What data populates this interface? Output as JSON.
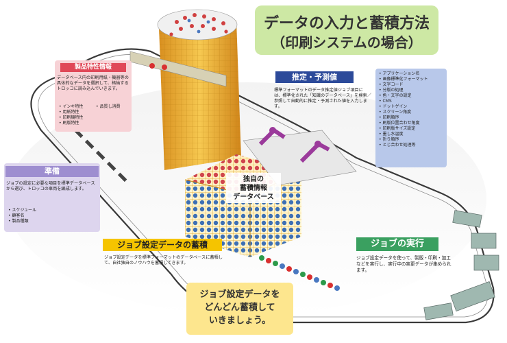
{
  "title": {
    "line1": "データの入力と蓄積方法",
    "line2": "（印刷システムの場合）"
  },
  "product_info": {
    "header": "製品特性情報",
    "body": "データベース内の印刷用紙・機器等の具体的なデータを選択して、格納するトロッコに読み込んでいきます。",
    "items": [
      "インキ特性",
      "用紙特性",
      "印刷機特性",
      "刷版特性"
    ],
    "items_right": [
      "品質し消費"
    ]
  },
  "prep": {
    "header": "準備",
    "body": "ジョブの設定に必要な項目を標準データベースから選び、トロッコの車両を編成します。",
    "items": [
      "スケジュール",
      "顧客名",
      "製品種類"
    ]
  },
  "estimate": {
    "header": "推定・予測値",
    "body": "標準フォーマットのデータ推定値ジョブ項目には、標準化された「知識のデータベース」を検索／参照して自動的に推定・予測された値を入力します。"
  },
  "param_list": [
    "アプリケーション名",
    "画像標準化フォーマット",
    "文字コード",
    "分版の処理",
    "色・文字の設定",
    "CMS",
    "ドットゲイン",
    "スクリーン角度",
    "印刷順序",
    "刷版位置合わせ角度",
    "印刷版サイズ設定",
    "墨し水温度",
    "折り順序",
    "とじ合わせ処理等"
  ],
  "knowledge_db": {
    "line1": "独自の",
    "line2": "蓄積情報",
    "line3": "データベース"
  },
  "job_accum": {
    "header": "ジョブ設定データの蓄積",
    "body": "ジョブ設定データを標準フォーマットのデータベースに蓄積して、自社独自のノウハウを蓄積してきます。"
  },
  "job_exec": {
    "header": "ジョブの実行",
    "body": "ジョブ設定データを使って、製版・印刷・加工などを実行し、実行中の実更データが集められます。"
  },
  "footer": {
    "line1": "ジョブ設定データを",
    "line2": "どんどん蓄積して",
    "line3": "いきましょう。"
  },
  "colors": {
    "title_bg": "#cde8a4",
    "product_header": "#e04858",
    "product_bg": "#f7d2d6",
    "prep_header": "#9e8ed0",
    "prep_bg": "#ddd5ee",
    "estimate_header": "#2c4a9a",
    "param_bg": "#b8c8ea",
    "job_accum_header": "#f5c400",
    "job_exec_header": "#3aa060",
    "footer_bg": "#fde68e",
    "track": "#3a3a3a",
    "tower": "#f0b83a"
  }
}
